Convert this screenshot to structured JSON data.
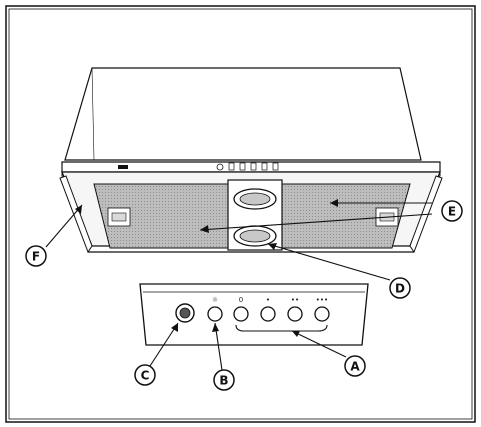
{
  "labels": {
    "A": "A",
    "B": "B",
    "C": "C",
    "D": "D",
    "E": "E",
    "F": "F"
  },
  "control_symbols": {
    "light": "☼",
    "off": "0",
    "speed1": "•",
    "speed2": "••",
    "speed3": "•••"
  },
  "colors": {
    "line": "#111111",
    "filter_fill": "#b5b5b5",
    "panel_fill": "#ffffff"
  }
}
